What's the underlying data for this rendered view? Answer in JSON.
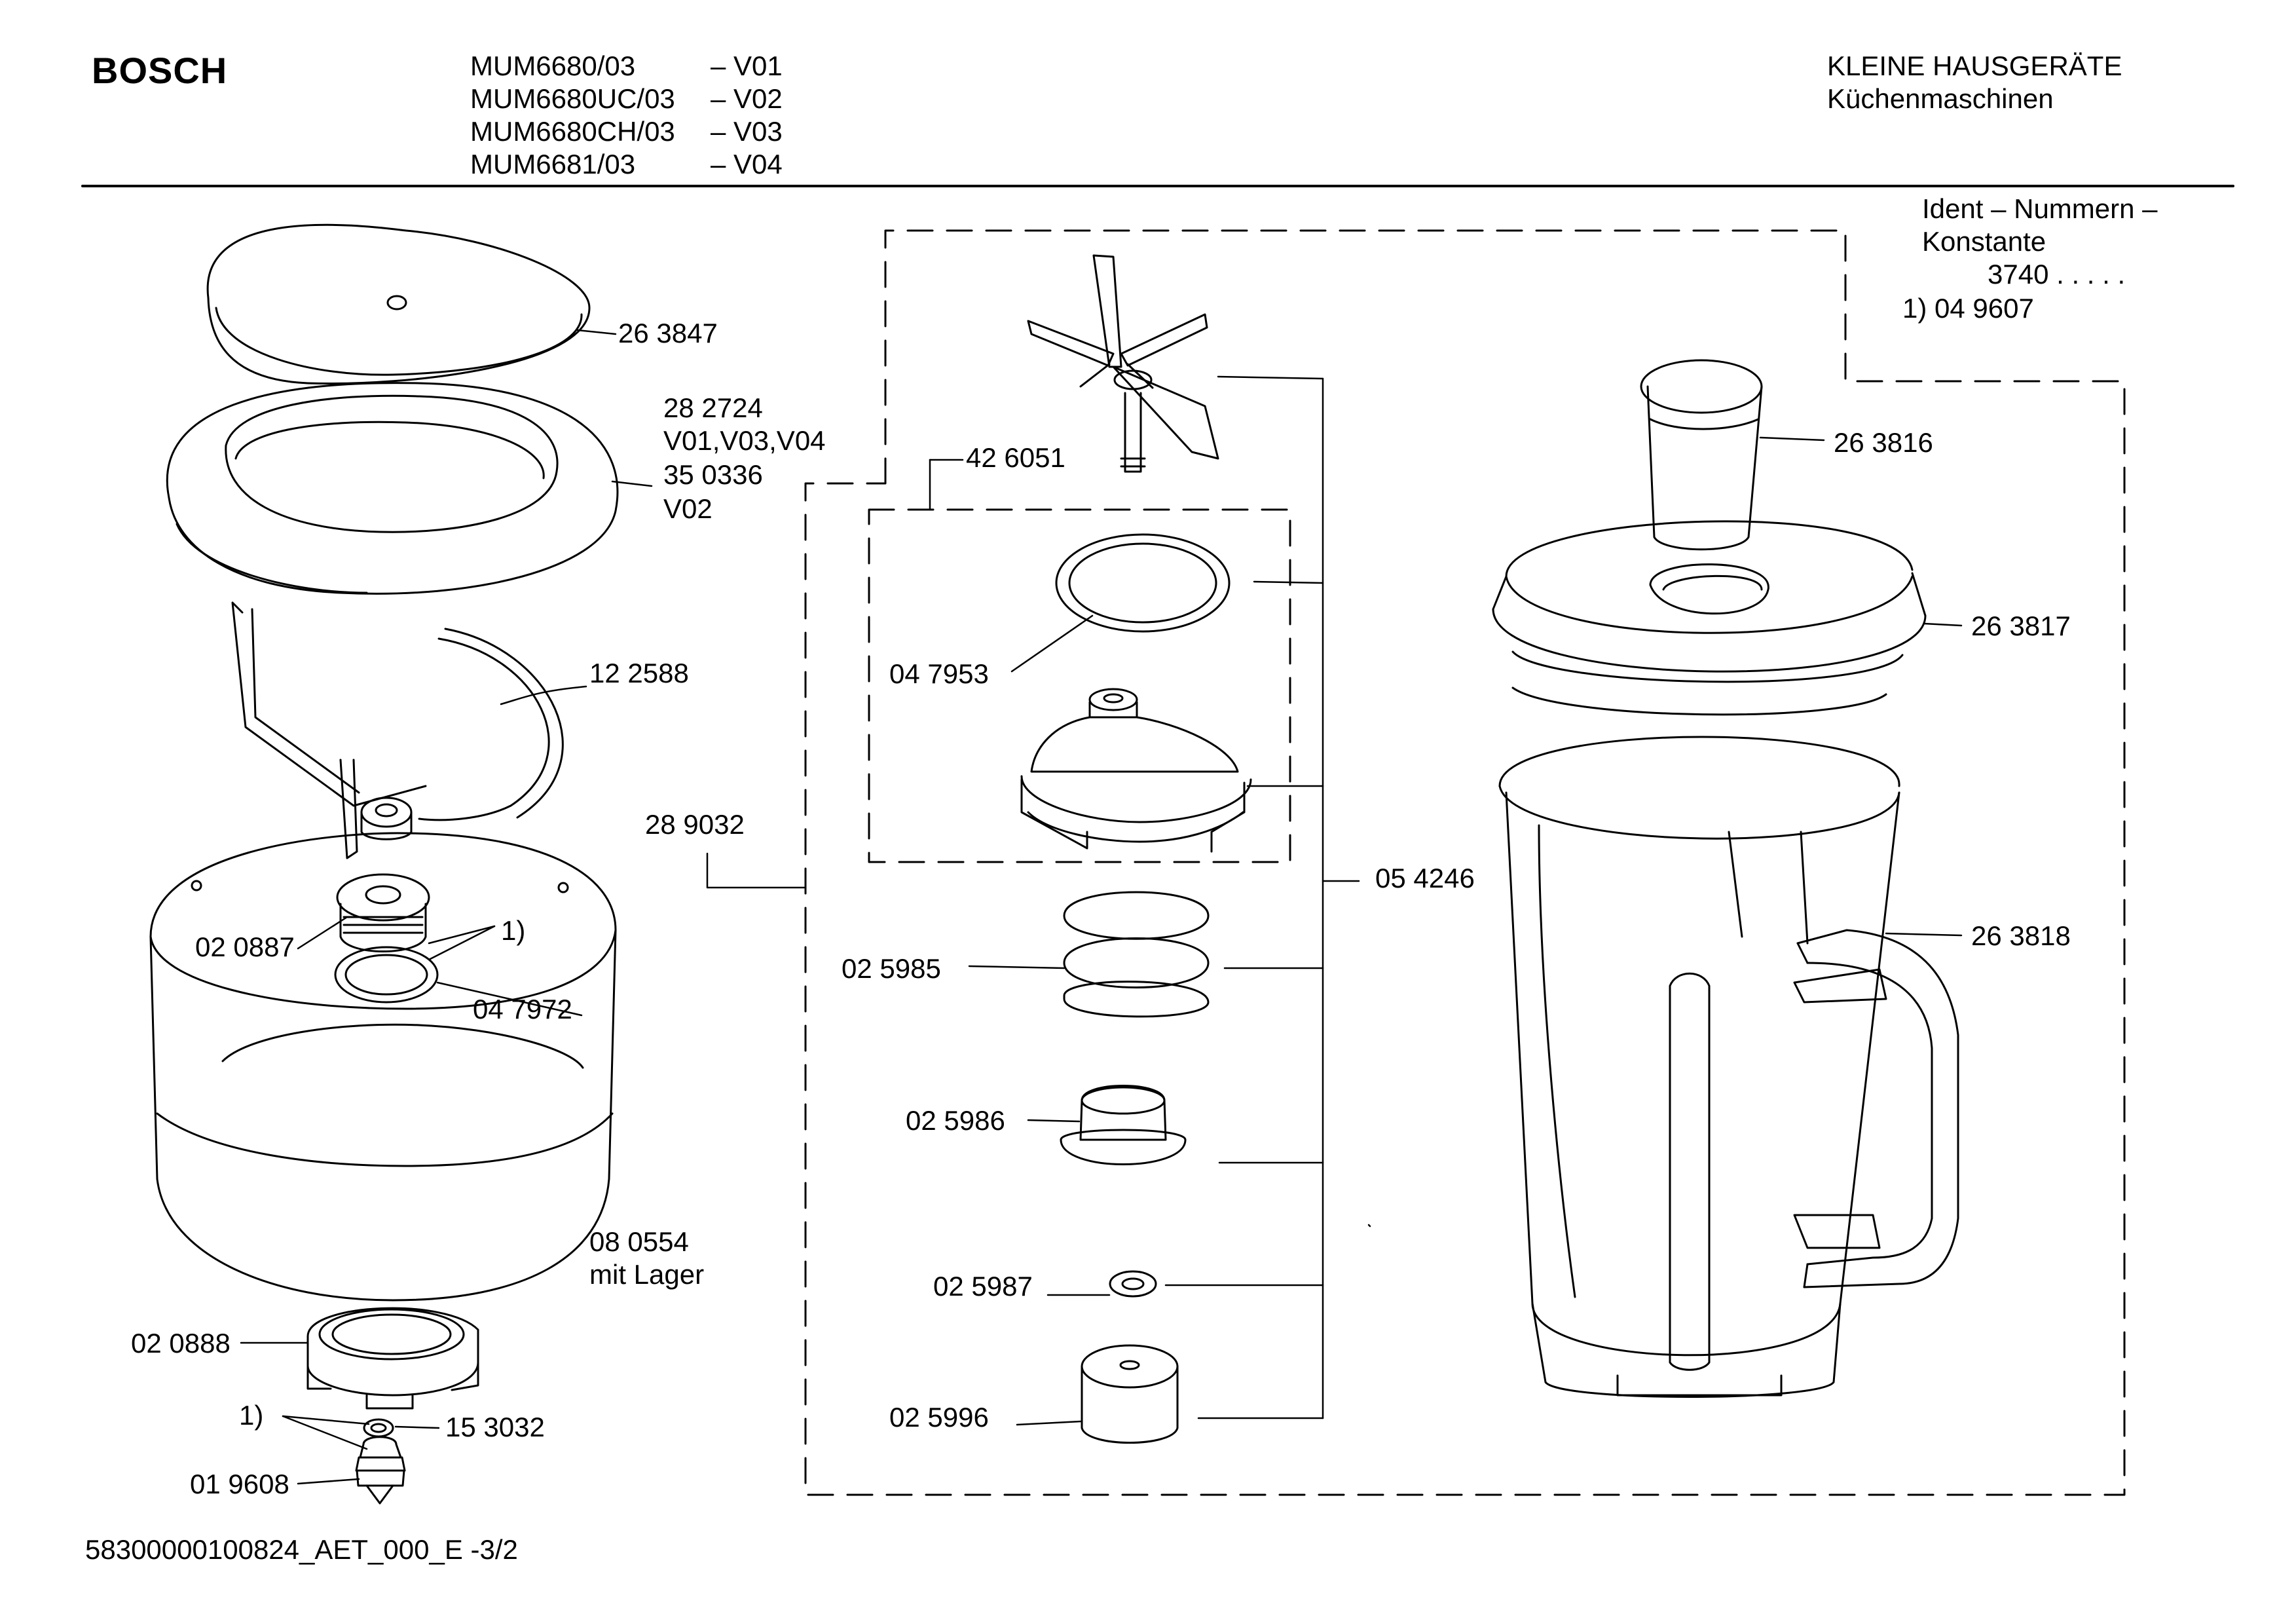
{
  "header": {
    "brand": "BOSCH",
    "models": [
      {
        "model": "MUM6680/03",
        "variant": "– V01"
      },
      {
        "model": "MUM6680UC/03",
        "variant": "– V02"
      },
      {
        "model": "MUM6680CH/03",
        "variant": "– V03"
      },
      {
        "model": "MUM6681/03",
        "variant": "– V04"
      }
    ],
    "category_line1": "KLEINE HAUSGERÄTE",
    "category_line2": "Küchenmaschinen"
  },
  "ident": {
    "line1": "Ident – Nummern –",
    "line2": "Konstante",
    "line3": "3740  .  .  .  .  .",
    "line4": "1) 04 9607"
  },
  "parts": {
    "p263847": "26 3847",
    "p282724": "28 2724",
    "v010304": "V01,V03,V04",
    "p350336": "35 0336",
    "v02": "V02",
    "p122588": "12 2588",
    "p289032": "28 9032",
    "p020887": "02 0887",
    "note1a": "1)",
    "p047972": "04 7972",
    "p080554": "08 0554",
    "mitlager": "mit Lager",
    "p020888": "02 0888",
    "note1b": "1)",
    "p153032": "15 3032",
    "p019608": "01 9608",
    "p426051": "42 6051",
    "p047953": "04 7953",
    "p025985": "02 5985",
    "p025986": "02 5986",
    "p025987": "02 5987",
    "p025996": "02 5996",
    "p054246": "05 4246",
    "p263816": "26 3816",
    "p263817": "26 3817",
    "p263818": "26 3818"
  },
  "footer": {
    "doc_id": "58300000100824_AET_000_E  -3/2"
  }
}
